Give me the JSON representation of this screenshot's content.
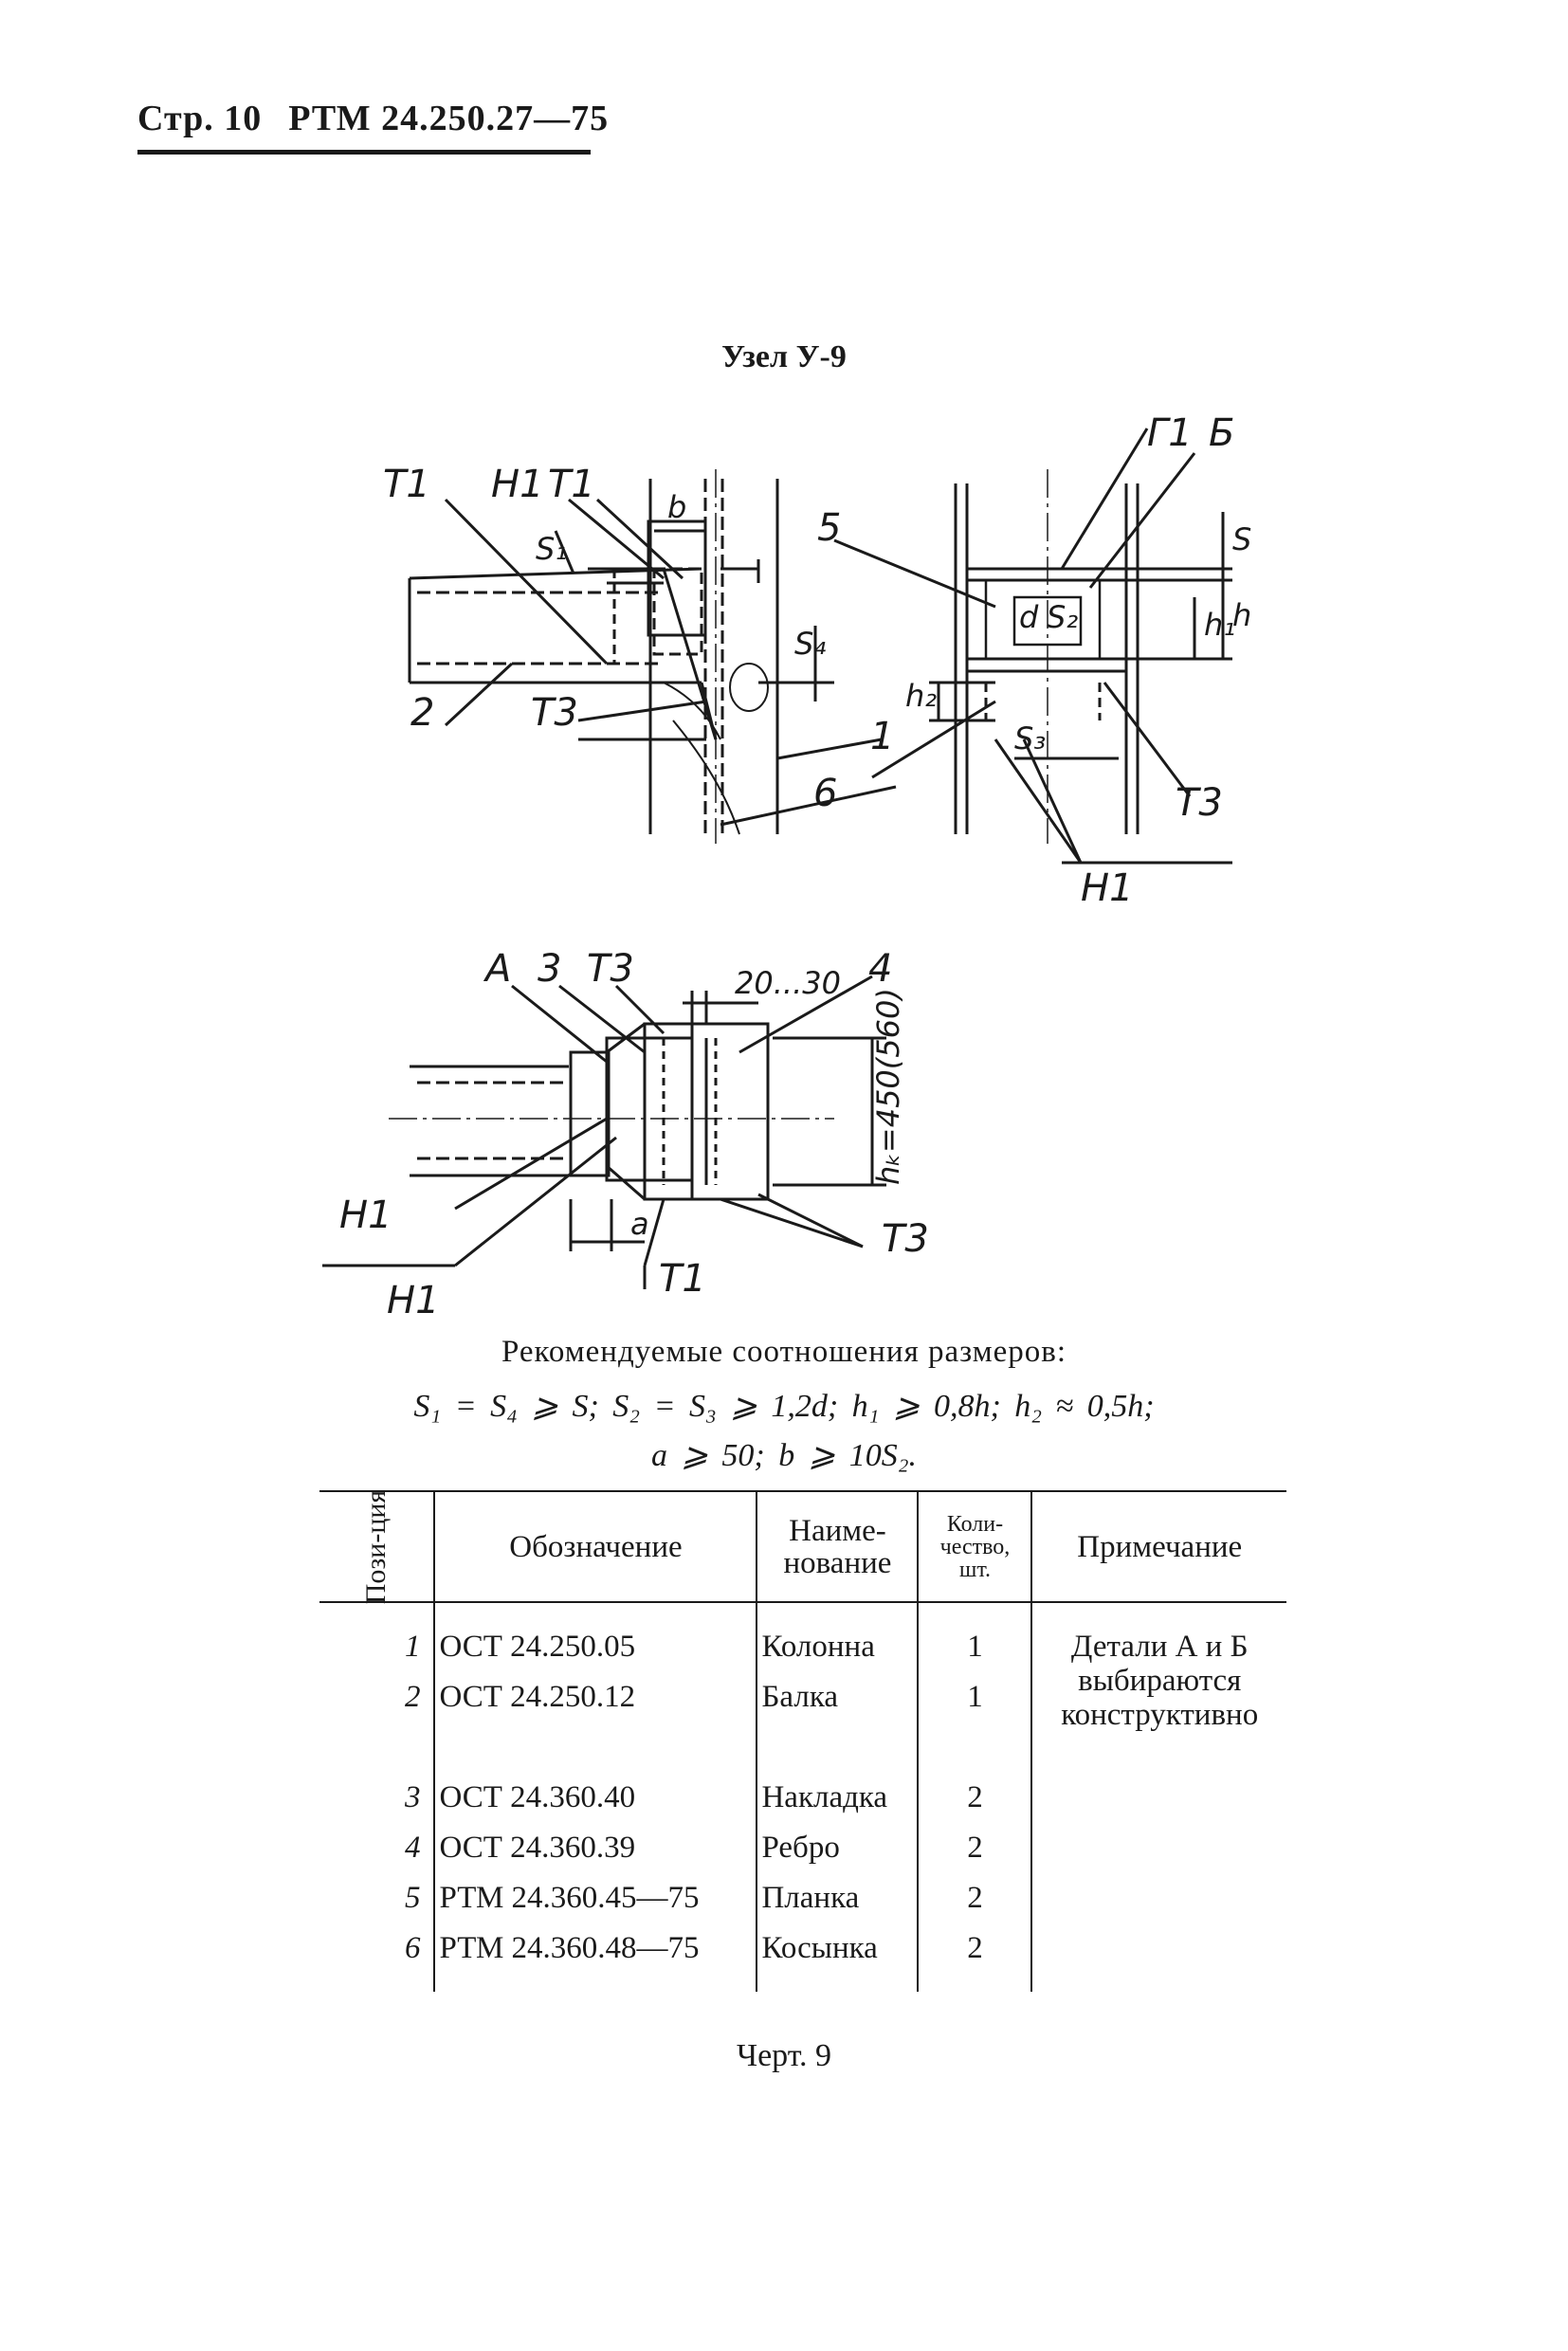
{
  "header": {
    "page": "Стр. 10",
    "doc": "РТМ 24.250.27—75"
  },
  "node_title": "Узел У-9",
  "drawing_labels": {
    "t1": "Т1",
    "n1": "Н1",
    "t3": "Т3",
    "g1": "Г1",
    "b_cyr": "Б",
    "a_cyr": "А",
    "n2": "2",
    "n1pos": "1",
    "n5": "5",
    "n6": "6",
    "n3": "3",
    "n4": "4",
    "b": "b",
    "s1": "S₁",
    "s4": "S₄",
    "s": "S",
    "s2": "S₂",
    "s3": "S₃",
    "d": "d",
    "h": "h",
    "h1": "h₁",
    "h2": "h₂",
    "a": "a",
    "dim_range": "20...30",
    "hk": "hₖ=450(560)"
  },
  "recommendations": {
    "title": "Рекомендуемые соотношения размеров:",
    "line1": "S₁ = S₄ ⩾ S;   S₂ = S₃ ⩾ 1,2d;   h₁ ⩾ 0,8h;   h₂ ≈ 0,5h;",
    "line2": "a ⩾ 50;   b ⩾ 10S₂."
  },
  "table": {
    "headers": {
      "pos": "Пози-ция",
      "designation": "Обозначение",
      "name": "Наиме-нование",
      "qty": "Коли-чество, шт.",
      "note": "Примечание"
    },
    "rows": [
      {
        "pos": "1",
        "designation": "ОСТ 24.250.05",
        "name": "Колонна",
        "qty": "1"
      },
      {
        "pos": "2",
        "designation": "ОСТ 24.250.12",
        "name": "Балка",
        "qty": "1"
      },
      {
        "pos": "3",
        "designation": "ОСТ 24.360.40",
        "name": "Накладка",
        "qty": "2"
      },
      {
        "pos": "4",
        "designation": "ОСТ 24.360.39",
        "name": "Ребро",
        "qty": "2"
      },
      {
        "pos": "5",
        "designation": "РТМ 24.360.45—75",
        "name": "Планка",
        "qty": "2"
      },
      {
        "pos": "6",
        "designation": "РТМ 24.360.48—75",
        "name": "Косынка",
        "qty": "2"
      }
    ],
    "note": "Детали А и Б выбираются конструктивно"
  },
  "caption": "Черт. 9"
}
